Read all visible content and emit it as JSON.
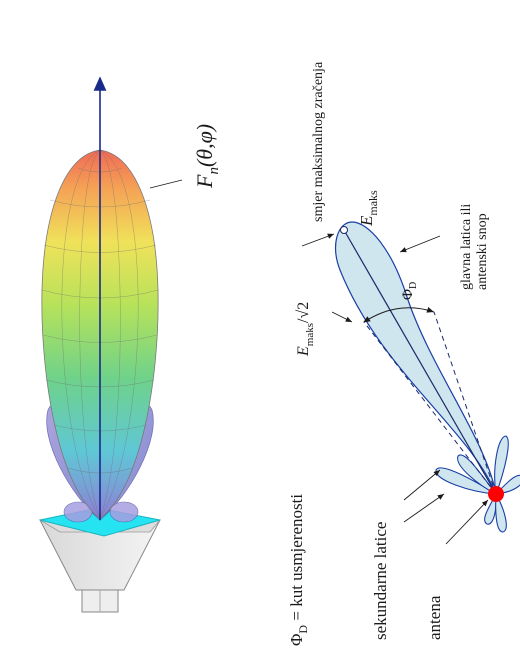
{
  "labels": {
    "pattern_function": "F",
    "pattern_function_sub": "n",
    "pattern_function_args": "(θ,φ)",
    "max_direction": "smjer maksimalnog zračenja",
    "e_max": "E",
    "e_max_sub": "maks",
    "main_lobe_line1": "glavna latica ili",
    "main_lobe_line2": "antenski snop",
    "half_value": "E",
    "half_value_sub": "maks",
    "half_value_tail": "/√2",
    "phi_d": "Φ",
    "phi_d_sub": "D",
    "directivity_angle": "Φ",
    "directivity_angle_sub": "D",
    "directivity_angle_tail": " = kut usmjerenosti",
    "secondary_lobes": "sekundarne latice",
    "antenna": "antena"
  },
  "colors": {
    "lobe_fill": "#cfe6ef",
    "lobe_stroke": "#1a3fa6",
    "antenna_dot": "#ff0000",
    "horn_aperture": "#25e3f0",
    "axis": "#1a2a8a"
  },
  "icons": {
    "antenna": "red-dot",
    "horn": "horn-antenna"
  }
}
